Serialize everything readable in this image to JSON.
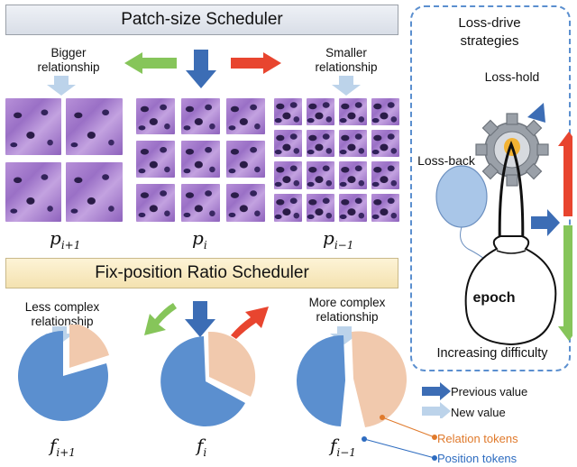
{
  "patch_scheduler": {
    "title": "Patch-size Scheduler",
    "left_label": "Bigger relationship",
    "right_label": "Smaller relationship",
    "p_next": "p",
    "p_next_sub": "i+1",
    "p_cur": "p",
    "p_cur_sub": "i",
    "p_prev": "p",
    "p_prev_sub": "i−1"
  },
  "ratio_scheduler": {
    "title": "Fix-position Ratio Scheduler",
    "left_label": "Less complex relationship",
    "right_label": "More complex relationship",
    "f_next": "f",
    "f_next_sub": "i+1",
    "f_cur": "f",
    "f_cur_sub": "i",
    "f_prev": "f",
    "f_prev_sub": "i−1"
  },
  "loss_drive": {
    "title": "Loss-drive strategies",
    "loss_hold": "Loss-hold",
    "loss_back": "Loss-back",
    "epoch": "epoch",
    "increasing": "Increasing difficulty"
  },
  "legend": {
    "previous": "Previous value",
    "new": "New value",
    "relation": "Relation tokens",
    "position": "Position tokens"
  },
  "pies": [
    {
      "relation_fraction": 0.2
    },
    {
      "relation_fraction": 0.3
    },
    {
      "relation_fraction": 0.45
    }
  ],
  "colors": {
    "position": "#5b8fcf",
    "relation": "#f1c9ad",
    "dark_arrow": "#3c6db5",
    "light_arrow": "#bcd3ea",
    "green": "#86c55a",
    "red": "#e8452f",
    "relation_label": "#e07a2c",
    "position_label": "#2e6cc0"
  }
}
